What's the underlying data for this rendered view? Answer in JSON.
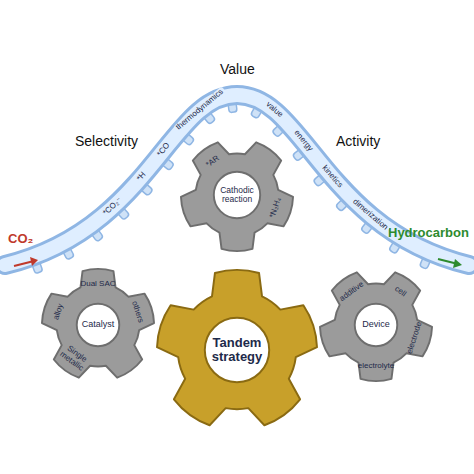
{
  "diagram": {
    "nodes": [
      {
        "text": [
          "Cathodic reaction",
          "*AR",
          "*N₂H₄"
        ]
      },
      {
        "text": [
          "Catalyst",
          "Dual SAC",
          "others",
          "alloy",
          "Single metallic"
        ]
      },
      {
        "text": [
          "Tandem strategy"
        ]
      },
      {
        "text": [
          "Device",
          "additive",
          "cell",
          "electrode",
          "electrolyte"
        ]
      }
    ],
    "labels": [
      "Selectivity",
      "Value",
      "Activity",
      "CO₂",
      "Hydrocarbon",
      "*CO₂⁻",
      "*H",
      "*CO",
      "thermodynamics",
      "value",
      "energy",
      "kinetics",
      "dimerization"
    ]
  }
}
